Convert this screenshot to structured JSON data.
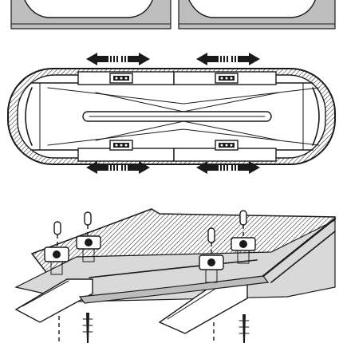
{
  "figure": {
    "background": "#ffffff",
    "ink_color": "#1a1a1a",
    "shade_color": "#bdbdbd",
    "arrow_icon": "double-headed-arrow-icon"
  },
  "panels": {
    "top_strip": {
      "kind": "partial-roof-rack-view"
    },
    "plan_view": {
      "kind": "roof-box-top-view",
      "arrow_count": 4,
      "clamp_count": 4
    },
    "detail_view": {
      "kind": "mounting-bracket-cutaway",
      "bolt_count": 4
    }
  }
}
